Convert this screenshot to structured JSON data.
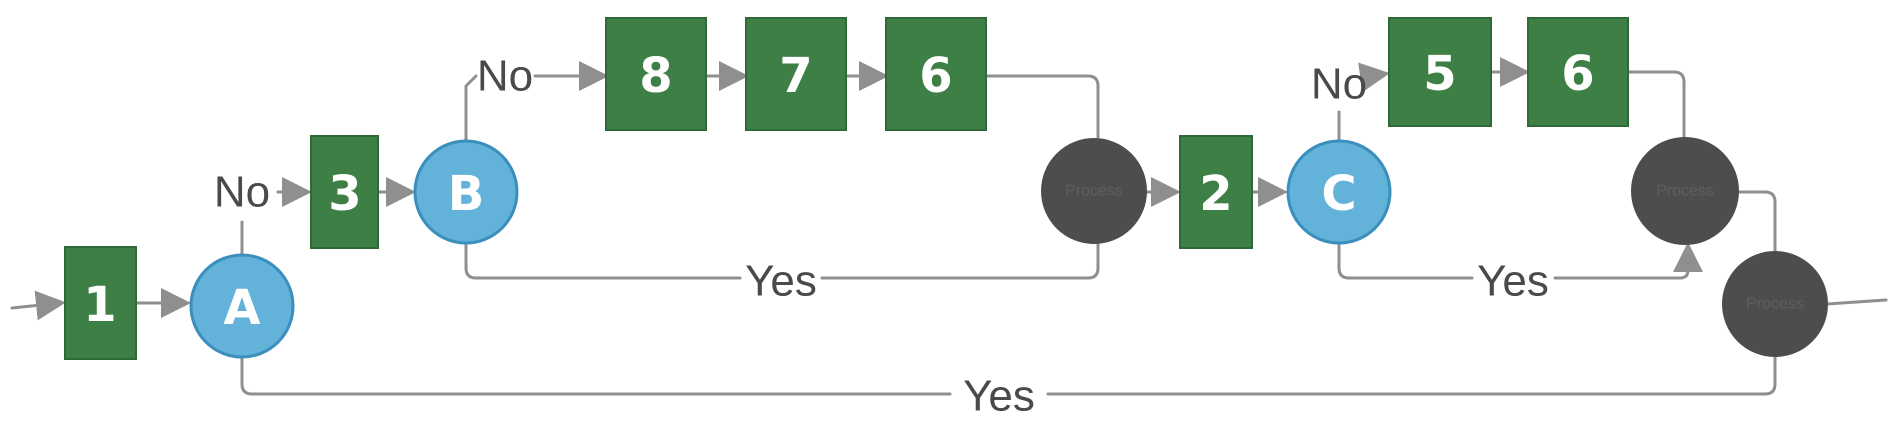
{
  "nodes": {
    "step_1": "1",
    "decision_a": "A",
    "step_3": "3",
    "decision_b": "B",
    "step_8": "8",
    "step_7": "7",
    "step_6_top": "6",
    "merge_1": "Process",
    "step_2": "2",
    "decision_c": "C",
    "step_5": "5",
    "step_6_right": "6",
    "merge_2": "Process",
    "merge_3": "Process"
  },
  "edges": {
    "a_no": "No",
    "a_yes": "Yes",
    "b_no": "No",
    "b_yes": "Yes",
    "c_no": "No",
    "c_yes": "Yes"
  },
  "colors": {
    "step_box": "#3e7f45",
    "decision_circle": "#62b2d9",
    "merge_circle": "#4d4d4d",
    "connector": "#8f8f8f"
  }
}
